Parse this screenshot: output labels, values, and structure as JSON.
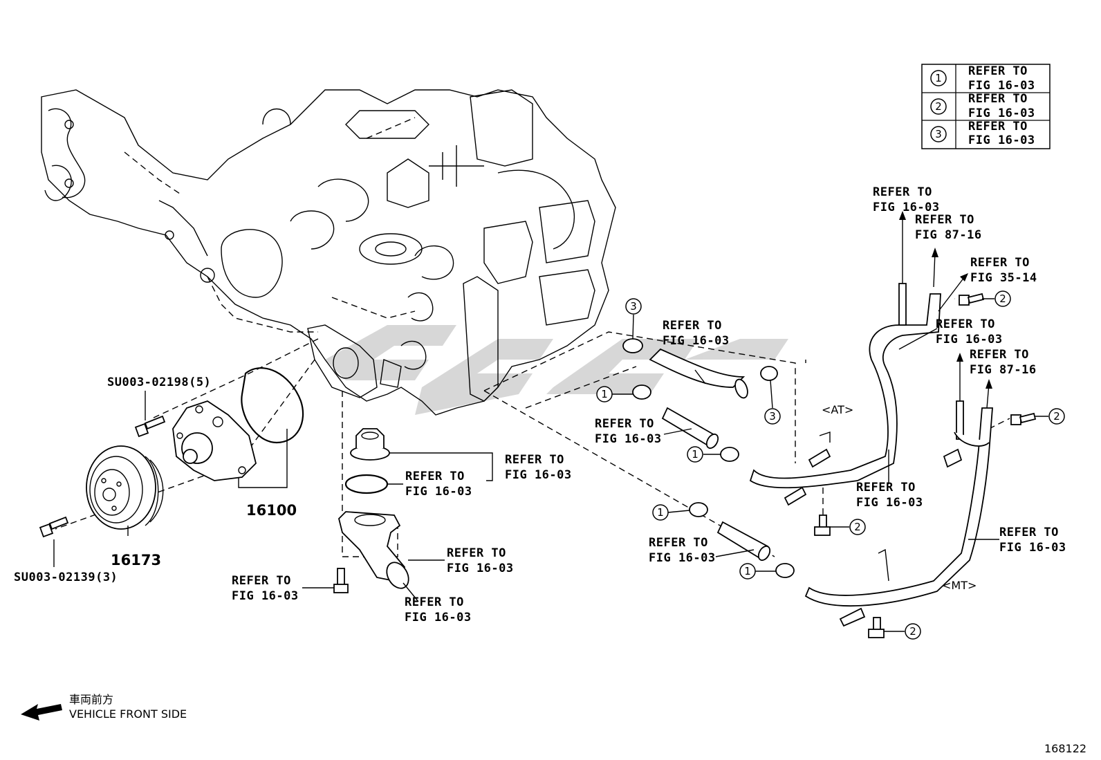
{
  "legend": {
    "rows": [
      {
        "num": "1",
        "text1": "REFER TO",
        "text2": "FIG 16-03"
      },
      {
        "num": "2",
        "text1": "REFER TO",
        "text2": "FIG 16-03"
      },
      {
        "num": "3",
        "text1": "REFER TO",
        "text2": "FIG 16-03"
      }
    ]
  },
  "parts": {
    "bolt_a": "SU003-02198(5)",
    "bolt_b": "SU003-02139(3)",
    "water_pump": "16100",
    "pulley": "16173"
  },
  "refs": {
    "top_1603": [
      "REFER TO",
      "FIG 16-03"
    ],
    "top_8716": [
      "REFER TO",
      "FIG 87-16"
    ],
    "r_3514": [
      "REFER TO",
      "FIG 35-14"
    ],
    "r_1603b": [
      "REFER TO",
      "FIG 16-03"
    ],
    "r_8716b": [
      "REFER TO",
      "FIG 87-16"
    ],
    "hose_top": [
      "REFER TO",
      "FIG 16-03"
    ],
    "hose_mid": [
      "REFER TO",
      "FIG 16-03"
    ],
    "at_pipe": [
      "REFER TO",
      "FIG 16-03"
    ],
    "thermo": [
      "REFER TO",
      "FIG 16-03"
    ],
    "gasket": [
      "REFER TO",
      "FIG 16-03"
    ],
    "housing": [
      "REFER TO",
      "FIG 16-03"
    ],
    "outlet": [
      "REFER TO",
      "FIG 16-03"
    ],
    "housing_bolt": [
      "REFER TO",
      "FIG 16-03"
    ],
    "hose_low": [
      "REFER TO",
      "FIG 16-03"
    ],
    "mt_pipe": [
      "REFER TO",
      "FIG 16-03"
    ]
  },
  "variants": {
    "at": "<AT>",
    "mt": "<MT>"
  },
  "callouts": {
    "c1": "1",
    "c2": "2",
    "c3": "3"
  },
  "footer": {
    "front_jp": "車両前方",
    "front_en": "VEHICLE FRONT SIDE",
    "figure_id": "168122"
  },
  "watermark": {
    "color": "#b0b0b0"
  }
}
